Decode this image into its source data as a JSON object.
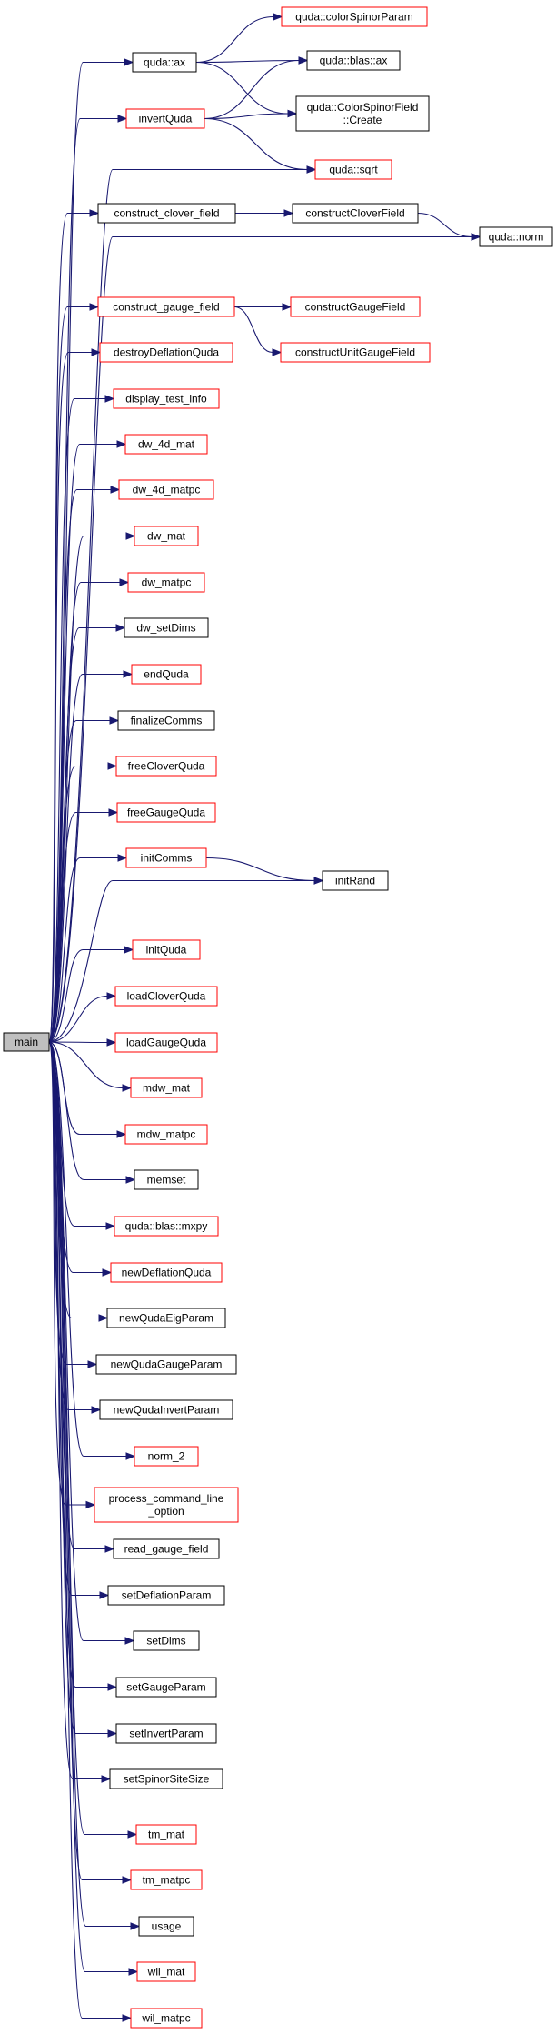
{
  "colors": {
    "edge": "#191970",
    "border_normal": "#000000",
    "border_red": "#ff0000",
    "fill_root": "#bfbfbf",
    "fill_normal": "#ffffff"
  },
  "nodes": [
    {
      "id": "main",
      "lines": [
        "main"
      ],
      "style": "root"
    },
    {
      "id": "quda_ax",
      "lines": [
        "quda::ax"
      ],
      "style": "black"
    },
    {
      "id": "invertQuda",
      "lines": [
        "invertQuda"
      ],
      "style": "red"
    },
    {
      "id": "construct_clover_field",
      "lines": [
        "construct_clover_field"
      ],
      "style": "black"
    },
    {
      "id": "construct_gauge_field",
      "lines": [
        "construct_gauge_field"
      ],
      "style": "red"
    },
    {
      "id": "destroyDeflationQuda",
      "lines": [
        "destroyDeflationQuda"
      ],
      "style": "red"
    },
    {
      "id": "display_test_info",
      "lines": [
        "display_test_info"
      ],
      "style": "red"
    },
    {
      "id": "dw_4d_mat",
      "lines": [
        "dw_4d_mat"
      ],
      "style": "red"
    },
    {
      "id": "dw_4d_matpc",
      "lines": [
        "dw_4d_matpc"
      ],
      "style": "red"
    },
    {
      "id": "dw_mat",
      "lines": [
        "dw_mat"
      ],
      "style": "red"
    },
    {
      "id": "dw_matpc",
      "lines": [
        "dw_matpc"
      ],
      "style": "red"
    },
    {
      "id": "dw_setDims",
      "lines": [
        "dw_setDims"
      ],
      "style": "black"
    },
    {
      "id": "endQuda",
      "lines": [
        "endQuda"
      ],
      "style": "red"
    },
    {
      "id": "finalizeComms",
      "lines": [
        "finalizeComms"
      ],
      "style": "black"
    },
    {
      "id": "freeCloverQuda",
      "lines": [
        "freeCloverQuda"
      ],
      "style": "red"
    },
    {
      "id": "freeGaugeQuda",
      "lines": [
        "freeGaugeQuda"
      ],
      "style": "red"
    },
    {
      "id": "initComms",
      "lines": [
        "initComms"
      ],
      "style": "red"
    },
    {
      "id": "initQuda",
      "lines": [
        "initQuda"
      ],
      "style": "red"
    },
    {
      "id": "loadCloverQuda",
      "lines": [
        "loadCloverQuda"
      ],
      "style": "red"
    },
    {
      "id": "loadGaugeQuda",
      "lines": [
        "loadGaugeQuda"
      ],
      "style": "red"
    },
    {
      "id": "mdw_mat",
      "lines": [
        "mdw_mat"
      ],
      "style": "red"
    },
    {
      "id": "mdw_matpc",
      "lines": [
        "mdw_matpc"
      ],
      "style": "red"
    },
    {
      "id": "memset",
      "lines": [
        "memset"
      ],
      "style": "black"
    },
    {
      "id": "quda_blas_mxpy",
      "lines": [
        "quda::blas::mxpy"
      ],
      "style": "red"
    },
    {
      "id": "newDeflationQuda",
      "lines": [
        "newDeflationQuda"
      ],
      "style": "red"
    },
    {
      "id": "newQudaEigParam",
      "lines": [
        "newQudaEigParam"
      ],
      "style": "black"
    },
    {
      "id": "newQudaGaugeParam",
      "lines": [
        "newQudaGaugeParam"
      ],
      "style": "black"
    },
    {
      "id": "newQudaInvertParam",
      "lines": [
        "newQudaInvertParam"
      ],
      "style": "black"
    },
    {
      "id": "norm_2",
      "lines": [
        "norm_2"
      ],
      "style": "red"
    },
    {
      "id": "process_command_line_option",
      "lines": [
        "process_command_line",
        "_option"
      ],
      "style": "red"
    },
    {
      "id": "read_gauge_field",
      "lines": [
        "read_gauge_field"
      ],
      "style": "black"
    },
    {
      "id": "setDeflationParam",
      "lines": [
        "setDeflationParam"
      ],
      "style": "black"
    },
    {
      "id": "setDims",
      "lines": [
        "setDims"
      ],
      "style": "black"
    },
    {
      "id": "setGaugeParam",
      "lines": [
        "setGaugeParam"
      ],
      "style": "black"
    },
    {
      "id": "setInvertParam",
      "lines": [
        "setInvertParam"
      ],
      "style": "black"
    },
    {
      "id": "setSpinorSiteSize",
      "lines": [
        "setSpinorSiteSize"
      ],
      "style": "black"
    },
    {
      "id": "tm_mat",
      "lines": [
        "tm_mat"
      ],
      "style": "red"
    },
    {
      "id": "tm_matpc",
      "lines": [
        "tm_matpc"
      ],
      "style": "red"
    },
    {
      "id": "usage",
      "lines": [
        "usage"
      ],
      "style": "black"
    },
    {
      "id": "wil_mat",
      "lines": [
        "wil_mat"
      ],
      "style": "red"
    },
    {
      "id": "wil_matpc",
      "lines": [
        "wil_matpc"
      ],
      "style": "red"
    },
    {
      "id": "quda_colorSpinorParam",
      "lines": [
        "quda::colorSpinorParam"
      ],
      "style": "red"
    },
    {
      "id": "quda_blas_ax",
      "lines": [
        "quda::blas::ax"
      ],
      "style": "black"
    },
    {
      "id": "quda_ColorSpinorField_Create",
      "lines": [
        "quda::ColorSpinorField",
        "::Create"
      ],
      "style": "black"
    },
    {
      "id": "quda_sqrt",
      "lines": [
        "quda::sqrt"
      ],
      "style": "red"
    },
    {
      "id": "constructCloverField",
      "lines": [
        "constructCloverField"
      ],
      "style": "black"
    },
    {
      "id": "quda_norm",
      "lines": [
        "quda::norm"
      ],
      "style": "black"
    },
    {
      "id": "constructGaugeField",
      "lines": [
        "constructGaugeField"
      ],
      "style": "red"
    },
    {
      "id": "constructUnitGaugeField",
      "lines": [
        "constructUnitGaugeField"
      ],
      "style": "red"
    },
    {
      "id": "initRand",
      "lines": [
        "initRand"
      ],
      "style": "black"
    }
  ],
  "edges": [
    [
      "main",
      "quda_ax"
    ],
    [
      "main",
      "invertQuda"
    ],
    [
      "main",
      "quda_sqrt"
    ],
    [
      "main",
      "construct_clover_field"
    ],
    [
      "main",
      "quda_norm"
    ],
    [
      "main",
      "construct_gauge_field"
    ],
    [
      "main",
      "destroyDeflationQuda"
    ],
    [
      "main",
      "display_test_info"
    ],
    [
      "main",
      "dw_4d_mat"
    ],
    [
      "main",
      "dw_4d_matpc"
    ],
    [
      "main",
      "dw_mat"
    ],
    [
      "main",
      "dw_matpc"
    ],
    [
      "main",
      "dw_setDims"
    ],
    [
      "main",
      "endQuda"
    ],
    [
      "main",
      "finalizeComms"
    ],
    [
      "main",
      "freeCloverQuda"
    ],
    [
      "main",
      "freeGaugeQuda"
    ],
    [
      "main",
      "initComms"
    ],
    [
      "main",
      "initRand"
    ],
    [
      "main",
      "initQuda"
    ],
    [
      "main",
      "loadCloverQuda"
    ],
    [
      "main",
      "loadGaugeQuda"
    ],
    [
      "main",
      "mdw_mat"
    ],
    [
      "main",
      "mdw_matpc"
    ],
    [
      "main",
      "memset"
    ],
    [
      "main",
      "quda_blas_mxpy"
    ],
    [
      "main",
      "newDeflationQuda"
    ],
    [
      "main",
      "newQudaEigParam"
    ],
    [
      "main",
      "newQudaGaugeParam"
    ],
    [
      "main",
      "newQudaInvertParam"
    ],
    [
      "main",
      "norm_2"
    ],
    [
      "main",
      "process_command_line_option"
    ],
    [
      "main",
      "read_gauge_field"
    ],
    [
      "main",
      "setDeflationParam"
    ],
    [
      "main",
      "setDims"
    ],
    [
      "main",
      "setGaugeParam"
    ],
    [
      "main",
      "setInvertParam"
    ],
    [
      "main",
      "setSpinorSiteSize"
    ],
    [
      "main",
      "tm_mat"
    ],
    [
      "main",
      "tm_matpc"
    ],
    [
      "main",
      "usage"
    ],
    [
      "main",
      "wil_mat"
    ],
    [
      "main",
      "wil_matpc"
    ],
    [
      "quda_ax",
      "quda_colorSpinorParam"
    ],
    [
      "quda_ax",
      "quda_blas_ax"
    ],
    [
      "quda_ax",
      "quda_ColorSpinorField_Create"
    ],
    [
      "invertQuda",
      "quda_blas_ax"
    ],
    [
      "invertQuda",
      "quda_ColorSpinorField_Create"
    ],
    [
      "invertQuda",
      "quda_sqrt"
    ],
    [
      "construct_clover_field",
      "constructCloverField"
    ],
    [
      "constructCloverField",
      "quda_norm"
    ],
    [
      "construct_gauge_field",
      "constructGaugeField"
    ],
    [
      "construct_gauge_field",
      "constructUnitGaugeField"
    ],
    [
      "initComms",
      "initRand"
    ]
  ]
}
